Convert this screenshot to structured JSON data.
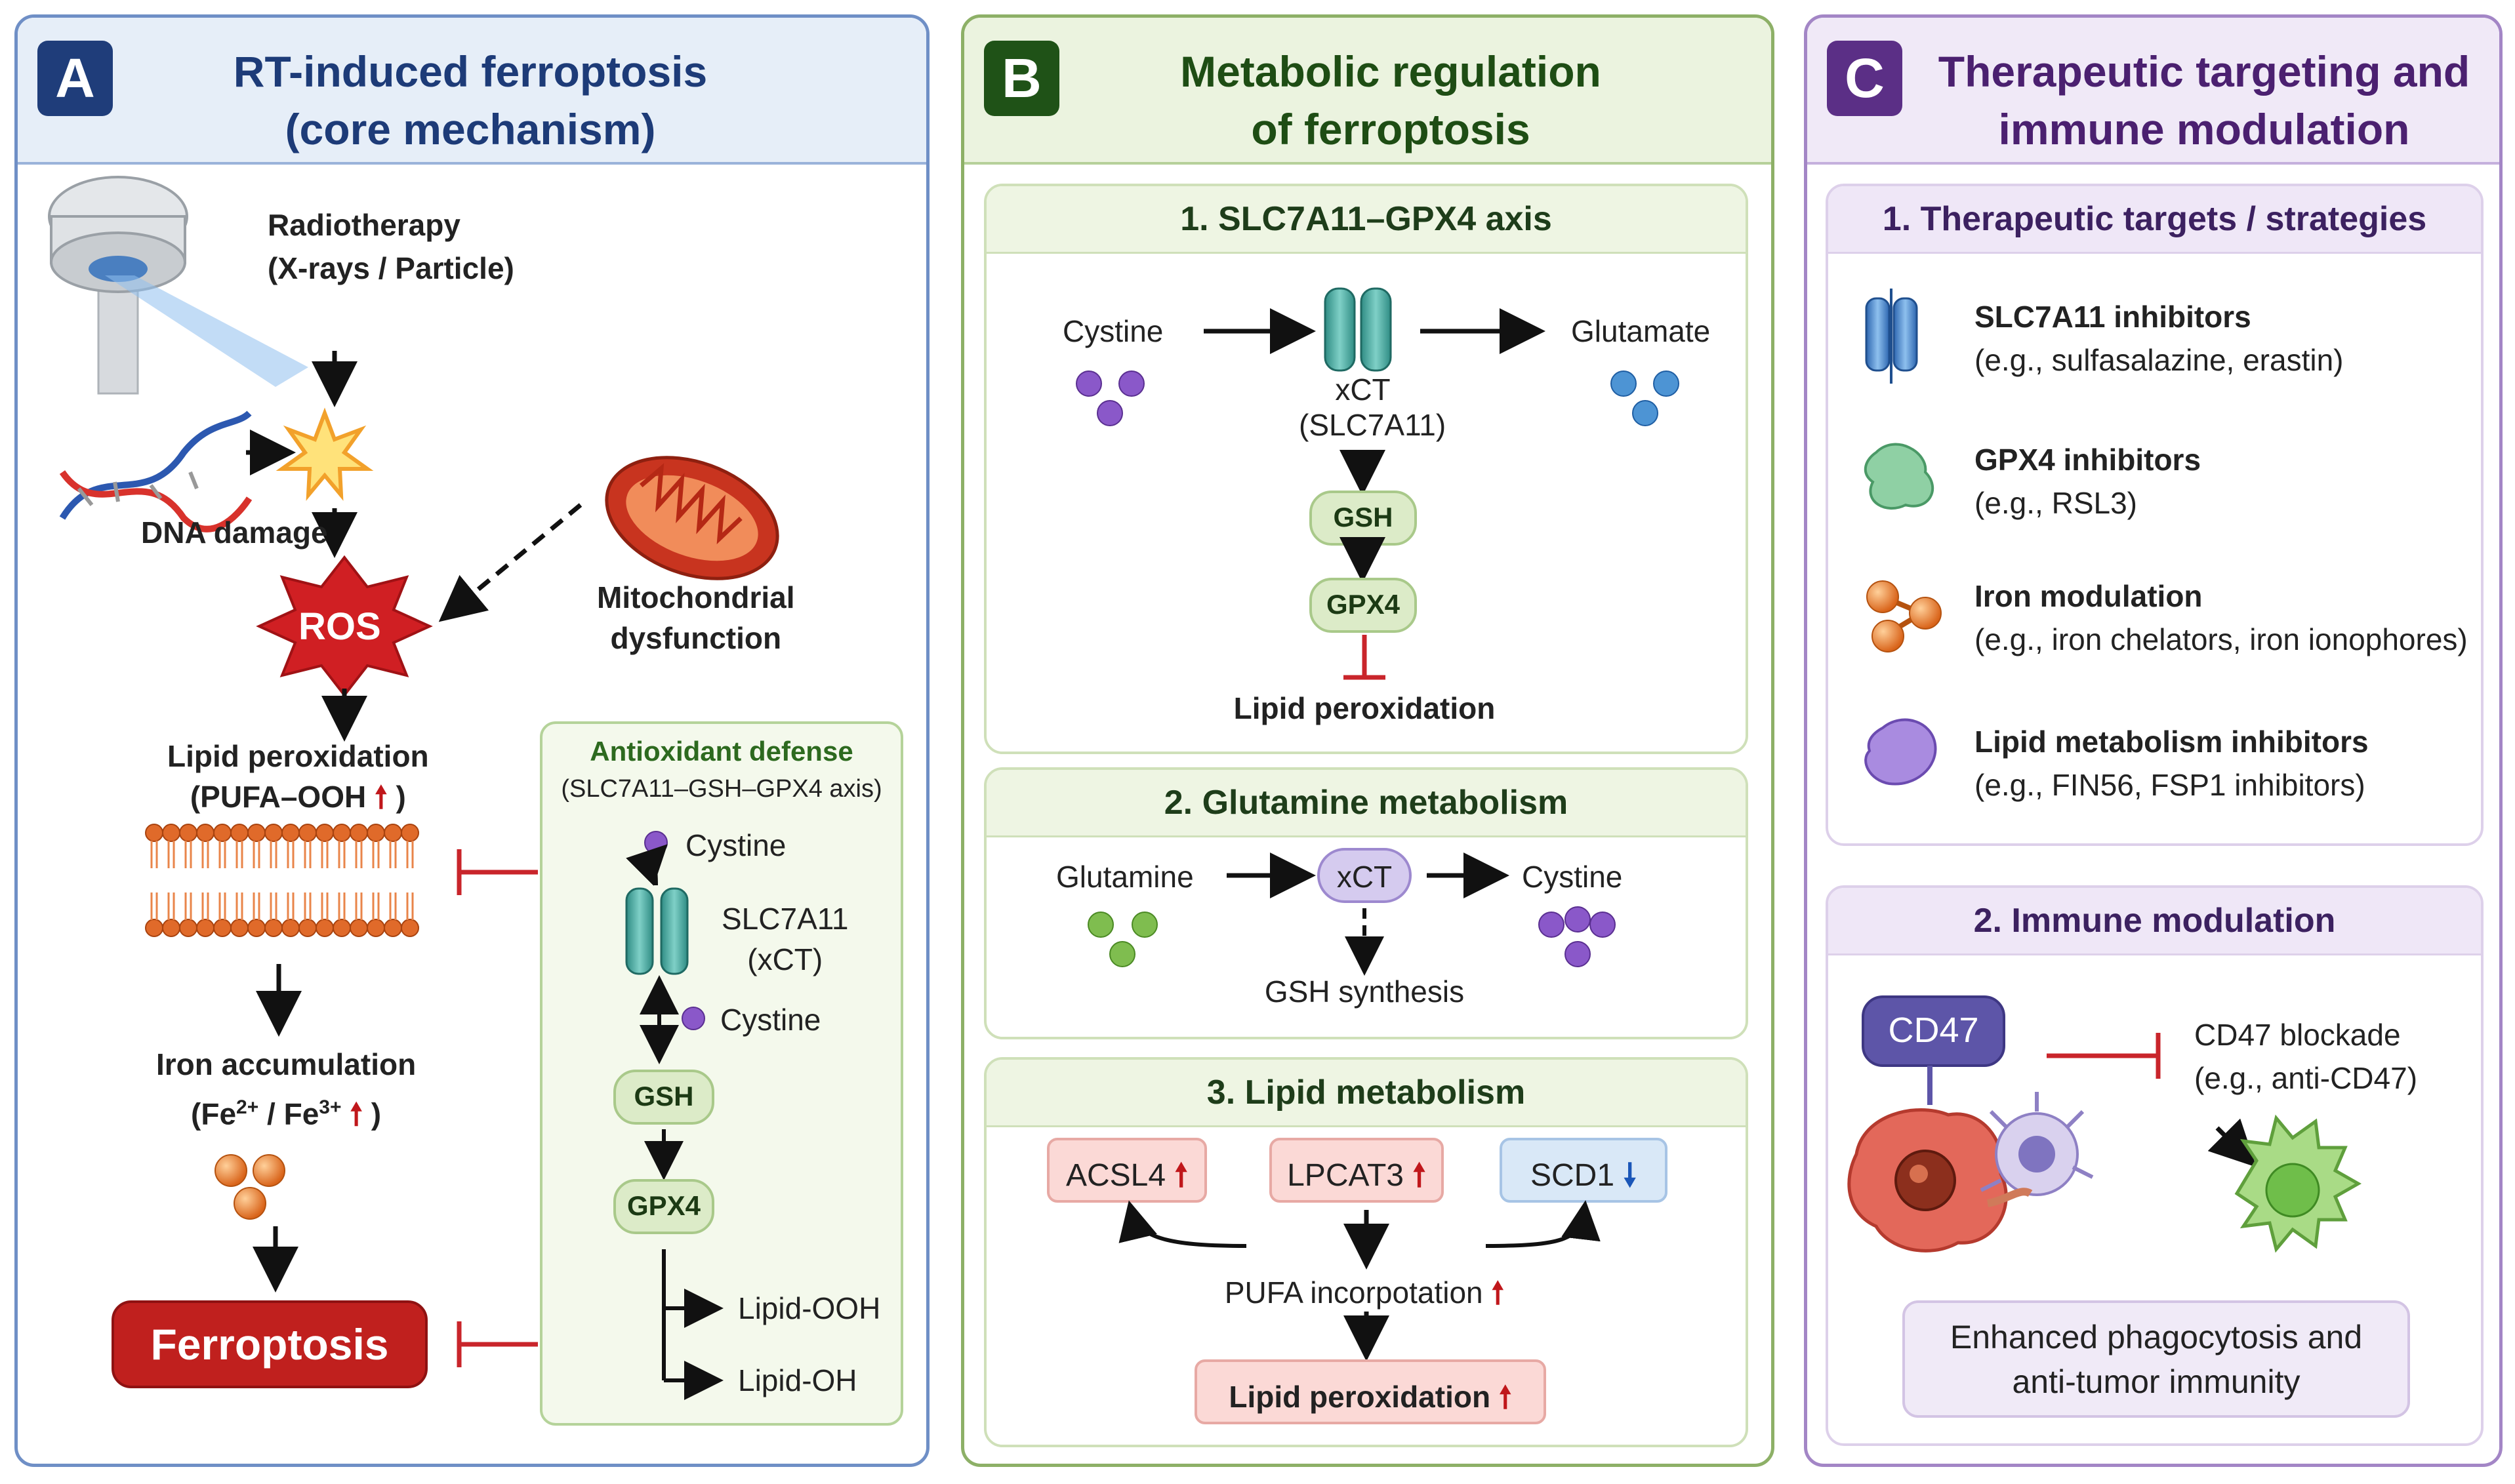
{
  "colors": {
    "panel_a": "#4f76b8",
    "panel_b": "#7fa45a",
    "panel_c": "#8a63b4",
    "inhibit_red": "#c9252b",
    "title_blue": "#1d3b78",
    "title_green": "#1e4d14",
    "title_purple": "#4b2070"
  },
  "panel_a": {
    "badge": "A",
    "title_line1": "RT-induced ferroptosis",
    "title_line2": "(core mechanism)",
    "radiotherapy_line1": "Radiotherapy",
    "radiotherapy_line2": "(X-rays / Particle)",
    "dna_damage": "DNA damage",
    "ros": "ROS",
    "mito_line1": "Mitochondrial",
    "mito_line2": "dysfunction",
    "lipid_perox_line1": "Lipid peroxidation",
    "lipid_perox_line2": "(PUFA–OOH",
    "lipid_perox_arrow": "🠕",
    "iron_line1": "Iron accumulation",
    "iron_fe2": "(Fe",
    "iron_sup2": "2+",
    "iron_fe3": " / Fe",
    "iron_sup3": "3+",
    "iron_arrow": "🠕",
    "ferroptosis": "Ferroptosis",
    "antioxidant_title": "Antioxidant defense",
    "antioxidant_subtitle": "(SLC7A11–GSH–GPX4 axis)",
    "cystine_top": "Cystine",
    "slc7a11": "SLC7A11",
    "xct": "(xCT)",
    "cystine_bottom": "Cystine",
    "gsh": "GSH",
    "gpx4": "GPX4",
    "lipid_ooh": "Lipid-OOH",
    "lipid_oh": "Lipid-OH"
  },
  "panel_b": {
    "badge": "B",
    "title_line1": "Metabolic regulation",
    "title_line2": "of ferroptosis",
    "axis_title": "1. SLC7A11–GPX4 axis",
    "cystine": "Cystine",
    "glutamate": "Glutamate",
    "xct": "xCT",
    "xct_sub": "(SLC7A11)",
    "gsh": "GSH",
    "gpx4": "GPX4",
    "lipid_perox": "Lipid peroxidation",
    "glutamine_title": "2. Glutamine metabolism",
    "glutamine": "Glutamine",
    "xct2": "xCT",
    "cystine2": "Cystine",
    "gsh_synthesis": "GSH synthesis",
    "lipid_title": "3. Lipid metabolism",
    "acsl4": "ACSL4",
    "lpcat3": "LPCAT3",
    "scd1": "SCD1",
    "pufa": "PUFA incorpotation",
    "lipid_perox2": "Lipid peroxidation",
    "up_arrow": "🠕",
    "down_arrow": "🠗"
  },
  "panel_c": {
    "badge": "C",
    "title_line1": "Therapeutic targeting and",
    "title_line2": "immune modulation",
    "targets_title": "1. Therapeutic targets / strategies",
    "t1_name": "SLC7A11 inhibitors",
    "t1_ex": "(e.g., sulfasalazine, erastin)",
    "t2_name": "GPX4 inhibitors",
    "t2_ex": "(e.g., RSL3)",
    "t3_name": "Iron modulation",
    "t3_ex": "(e.g., iron chelators, iron ionophores)",
    "t4_name": "Lipid metabolism inhibitors",
    "t4_ex": "(e.g., FIN56, FSP1 inhibitors)",
    "immune_title": "2. Immune modulation",
    "cd47": "CD47",
    "blockade_line1": "CD47 blockade",
    "blockade_line2": "(e.g., anti-CD47)",
    "result_line1": "Enhanced phagocytosis and",
    "result_line2": "anti-tumor immunity"
  }
}
